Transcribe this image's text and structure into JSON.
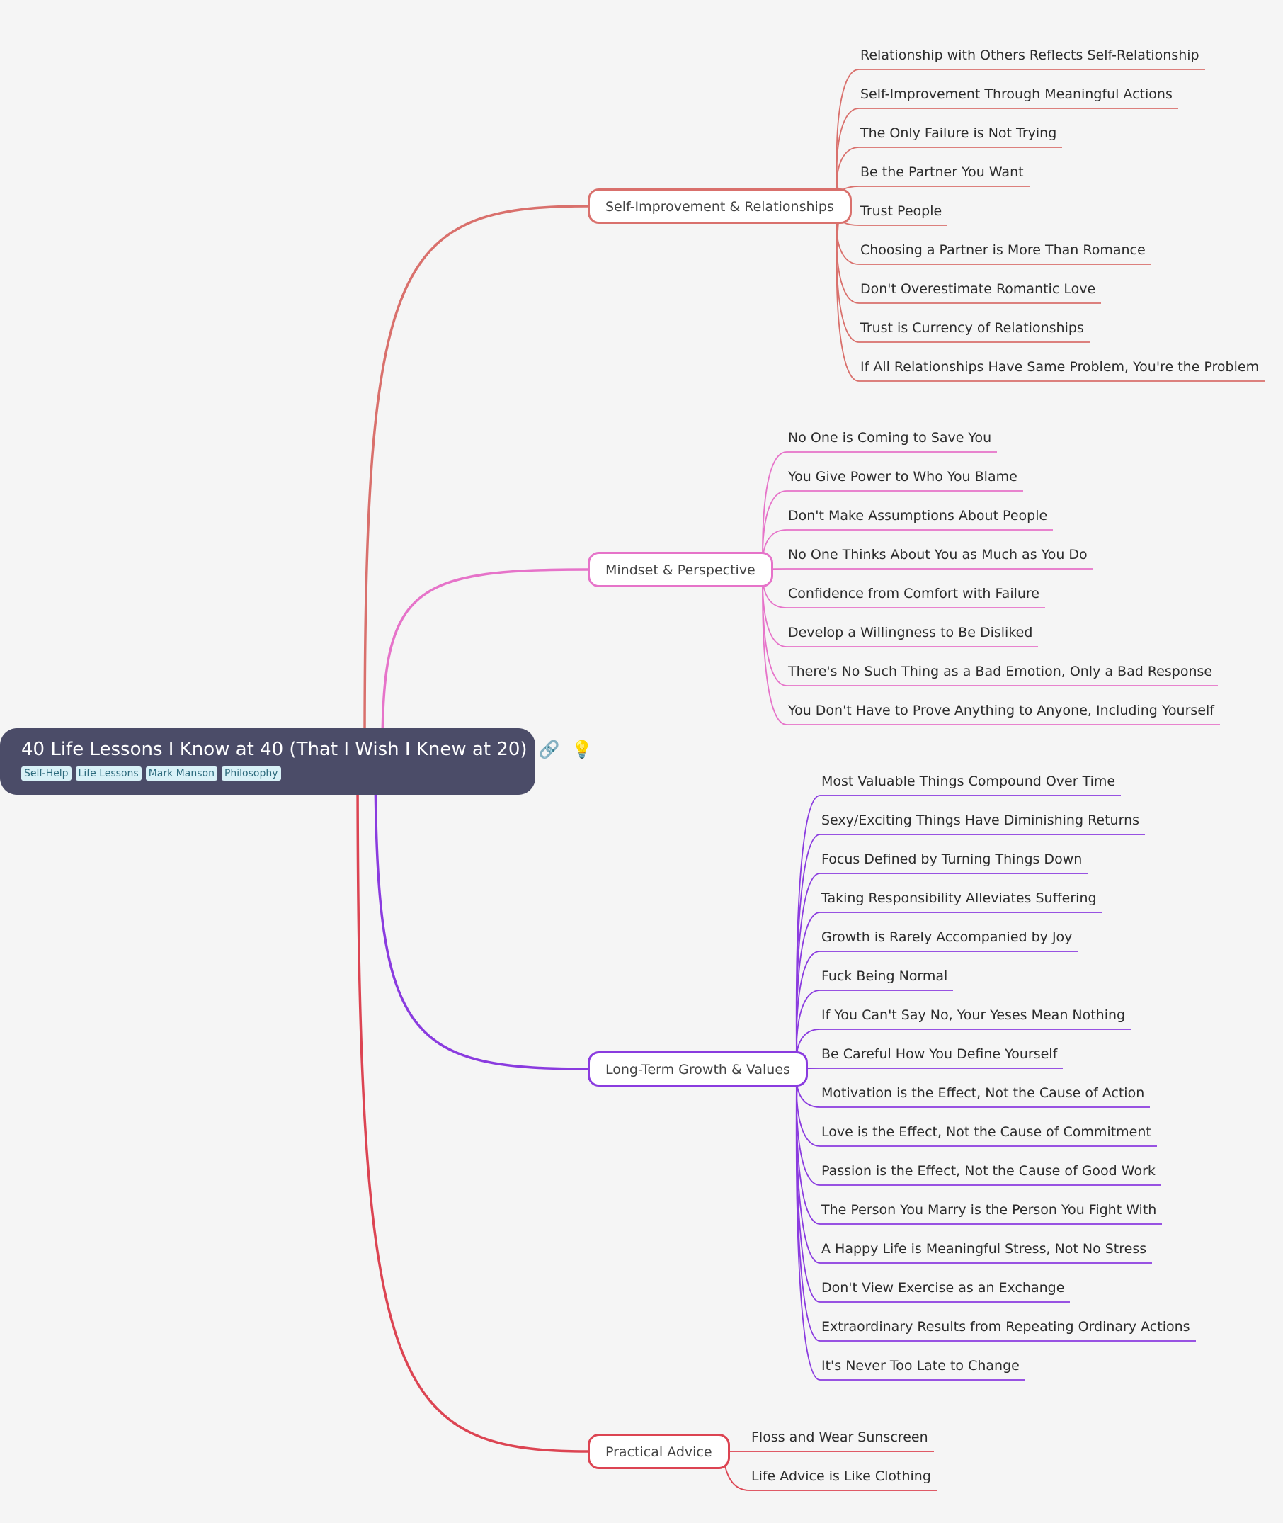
{
  "root": {
    "title": "40 Life Lessons I Know at 40 (That I Wish I Knew at 20)",
    "icons": [
      "link-icon",
      "lightbulb-icon"
    ],
    "tags": [
      "Self-Help",
      "Life Lessons",
      "Mark Manson",
      "Philosophy"
    ]
  },
  "branches": [
    {
      "label": "Self-Improvement & Relationships",
      "color": "#d9706c",
      "children": [
        "Relationship with Others Reflects Self-Relationship",
        "Self-Improvement Through Meaningful Actions",
        "The Only Failure is Not Trying",
        "Be the Partner You Want",
        "Trust People",
        "Choosing a Partner is More Than Romance",
        "Don't Overestimate Romantic Love",
        "Trust is Currency of Relationships",
        "If All Relationships Have Same Problem, You're the Problem"
      ]
    },
    {
      "label": "Mindset & Perspective",
      "color": "#e673c9",
      "children": [
        "No One is Coming to Save You",
        "You Give Power to Who You Blame",
        "Don't Make Assumptions About People",
        "No One Thinks About You as Much as You Do",
        "Confidence from Comfort with Failure",
        "Develop a Willingness to Be Disliked",
        "There's No Such Thing as a Bad Emotion, Only a Bad Response",
        "You Don't Have to Prove Anything to Anyone, Including Yourself"
      ]
    },
    {
      "label": "Long-Term Growth & Values",
      "color": "#8a3bdf",
      "children": [
        "Most Valuable Things Compound Over Time",
        "Sexy/Exciting Things Have Diminishing Returns",
        "Focus Defined by Turning Things Down",
        "Taking Responsibility Alleviates Suffering",
        "Growth is Rarely Accompanied by Joy",
        "Fuck Being Normal",
        "If You Can't Say No, Your Yeses Mean Nothing",
        "Be Careful How You Define Yourself",
        "Motivation is the Effect, Not the Cause of Action",
        "Love is the Effect, Not the Cause of Commitment",
        "Passion is the Effect, Not the Cause of Good Work",
        "The Person You Marry is the Person You Fight With",
        "A Happy Life is Meaningful Stress, Not No Stress",
        "Don't View Exercise as an Exchange",
        "Extraordinary Results from Repeating Ordinary Actions",
        "It's Never Too Late to Change"
      ]
    },
    {
      "label": "Practical Advice",
      "color": "#dc4452",
      "children": [
        "Floss and Wear Sunscreen",
        "Life Advice is Like Clothing"
      ]
    }
  ]
}
